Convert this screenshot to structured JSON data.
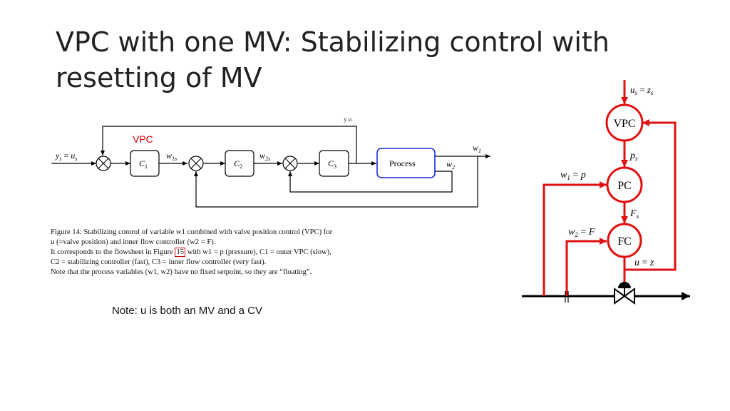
{
  "slide": {
    "title_line1": "VPC with one MV: Stabilizing control with",
    "title_line2": "resetting of MV",
    "note": "Note: u is both an MV and a CV"
  },
  "block_diagram": {
    "annotation": "VPC",
    "annotation_color": "#e00000",
    "setpoint_label": "y_s = u_s",
    "w1s_label": "w_1s",
    "w2s_label": "w_2s",
    "w1_label": "w_1",
    "w2_label": "w_2",
    "c1": "C_1",
    "c2": "C_2",
    "c3": "C_3",
    "process": "Process",
    "process_border_color": "#1a2bd6",
    "top_cropped_glyphs": "y       u"
  },
  "caption": {
    "line1": "Figure 14: Stabilizing control of variable w1 combined with valve position control (VPC) for",
    "line2": "u (=valve position) and inner flow controller (w2 = F).",
    "line3a": "It corresponds to the flowsheet in Figure ",
    "line3ref": "15",
    "line3b": " with w1 = p (pressure), C1 = outer VPC (slow),",
    "line4": "C2 = stabilizing controller (fast), C3 = inner flow controller (very fast).",
    "line5": "Note that the process variables (w1, w2) have no fixed setpoint, so they are “floating”."
  },
  "flowsheet": {
    "us_label": "u_s = z_s",
    "vpc": "VPC",
    "ps_label": "p_s",
    "w1p_label": "w_1 = p",
    "pc": "PC",
    "fs_label": "F_s",
    "w2f_label": "w_2 = F",
    "fc": "FC",
    "uz_label": "u = z",
    "signal_color": "#e01010"
  }
}
